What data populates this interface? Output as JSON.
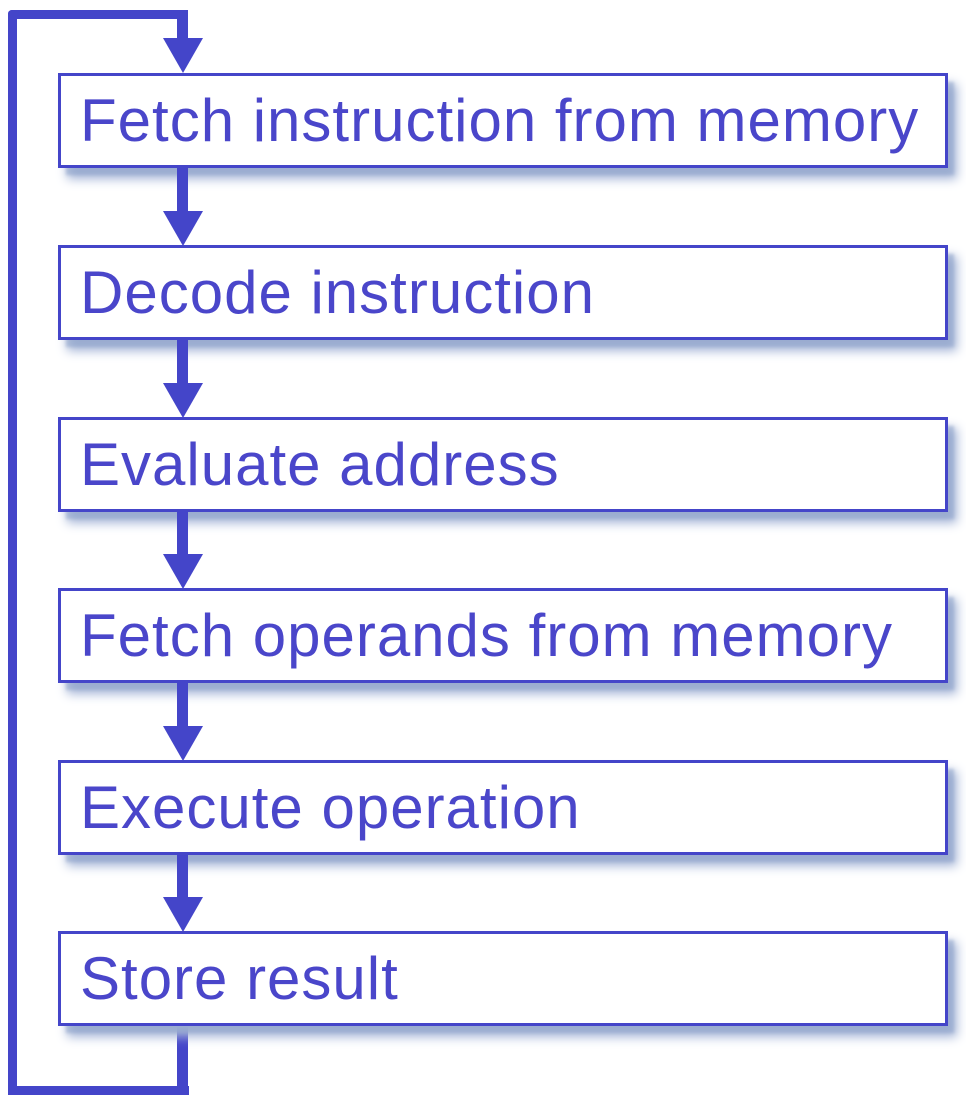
{
  "flowchart": {
    "description": "instruction cycle loop",
    "steps": [
      {
        "label": "Fetch instruction from memory"
      },
      {
        "label": "Decode instruction"
      },
      {
        "label": "Evaluate address"
      },
      {
        "label": "Fetch operands from memory"
      },
      {
        "label": "Execute operation"
      },
      {
        "label": "Store result"
      }
    ],
    "colors": {
      "line": "#4445c9",
      "text": "#4a46ca",
      "box_fill": "#ffffff",
      "shadow": "#a6b6d8",
      "background": "#ffffff"
    }
  }
}
